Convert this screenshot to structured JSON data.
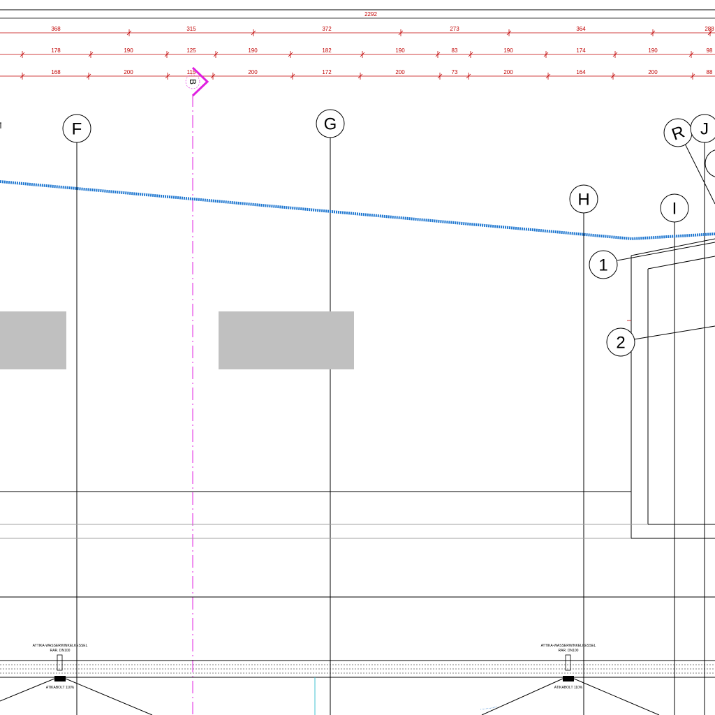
{
  "dimensions": {
    "overall": "2292",
    "row1": [
      "368",
      "315",
      "372",
      "273",
      "364",
      "288"
    ],
    "row2": [
      "178",
      "190",
      "125",
      "190",
      "182",
      "190",
      "83",
      "190",
      "174",
      "190",
      "98"
    ],
    "row3": [
      "168",
      "200",
      "115",
      "200",
      "172",
      "200",
      "73",
      "200",
      "164",
      "200",
      "88"
    ]
  },
  "section_marker": "B",
  "grid_labels": {
    "F": "F",
    "G": "G",
    "H": "H",
    "I": "I",
    "J": "J",
    "R": "R"
  },
  "callouts": {
    "one": "1",
    "two": "2"
  },
  "drains": {
    "left": {
      "title": "ATTIKA-WASSERWINKELKESSEL",
      "sub": "RAR. DN100",
      "under": "ATIKABOLT 110%"
    },
    "right": {
      "title": "ATTIKA-WASSERWINKELKESSEL",
      "sub": "RAR. DN100",
      "under": "ATIKABOLT 110%"
    }
  },
  "colors": {
    "dimension": "#c00000",
    "section_line": "#e020e0",
    "slope_line": "#1f77d0",
    "fill_block": "#c0c0c0",
    "cyan": "#40c0d0"
  }
}
